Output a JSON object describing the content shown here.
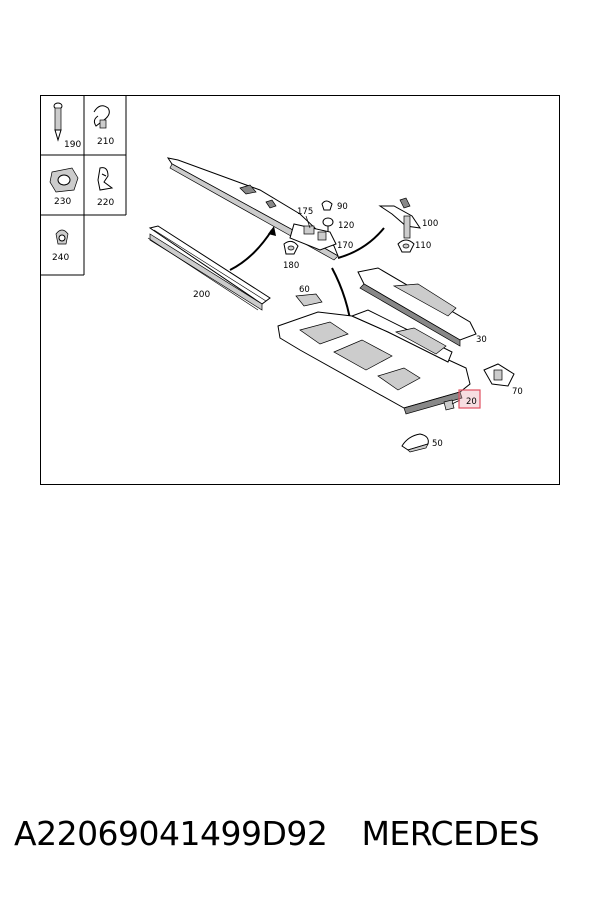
{
  "diagram": {
    "callouts": {
      "c190": "190",
      "c210": "210",
      "c230": "230",
      "c220": "220",
      "c240": "240",
      "c200": "200",
      "c175": "175",
      "c90": "90",
      "c120": "120",
      "c170": "170",
      "c180": "180",
      "c100": "100",
      "c110": "110",
      "c60": "60",
      "c30": "30",
      "c70": "70",
      "c20": "20",
      "c50": "50"
    },
    "highlight_color": "#e8a0a8"
  },
  "footer": {
    "part_number": "A22069041499D92",
    "brand": "MERCEDES"
  }
}
